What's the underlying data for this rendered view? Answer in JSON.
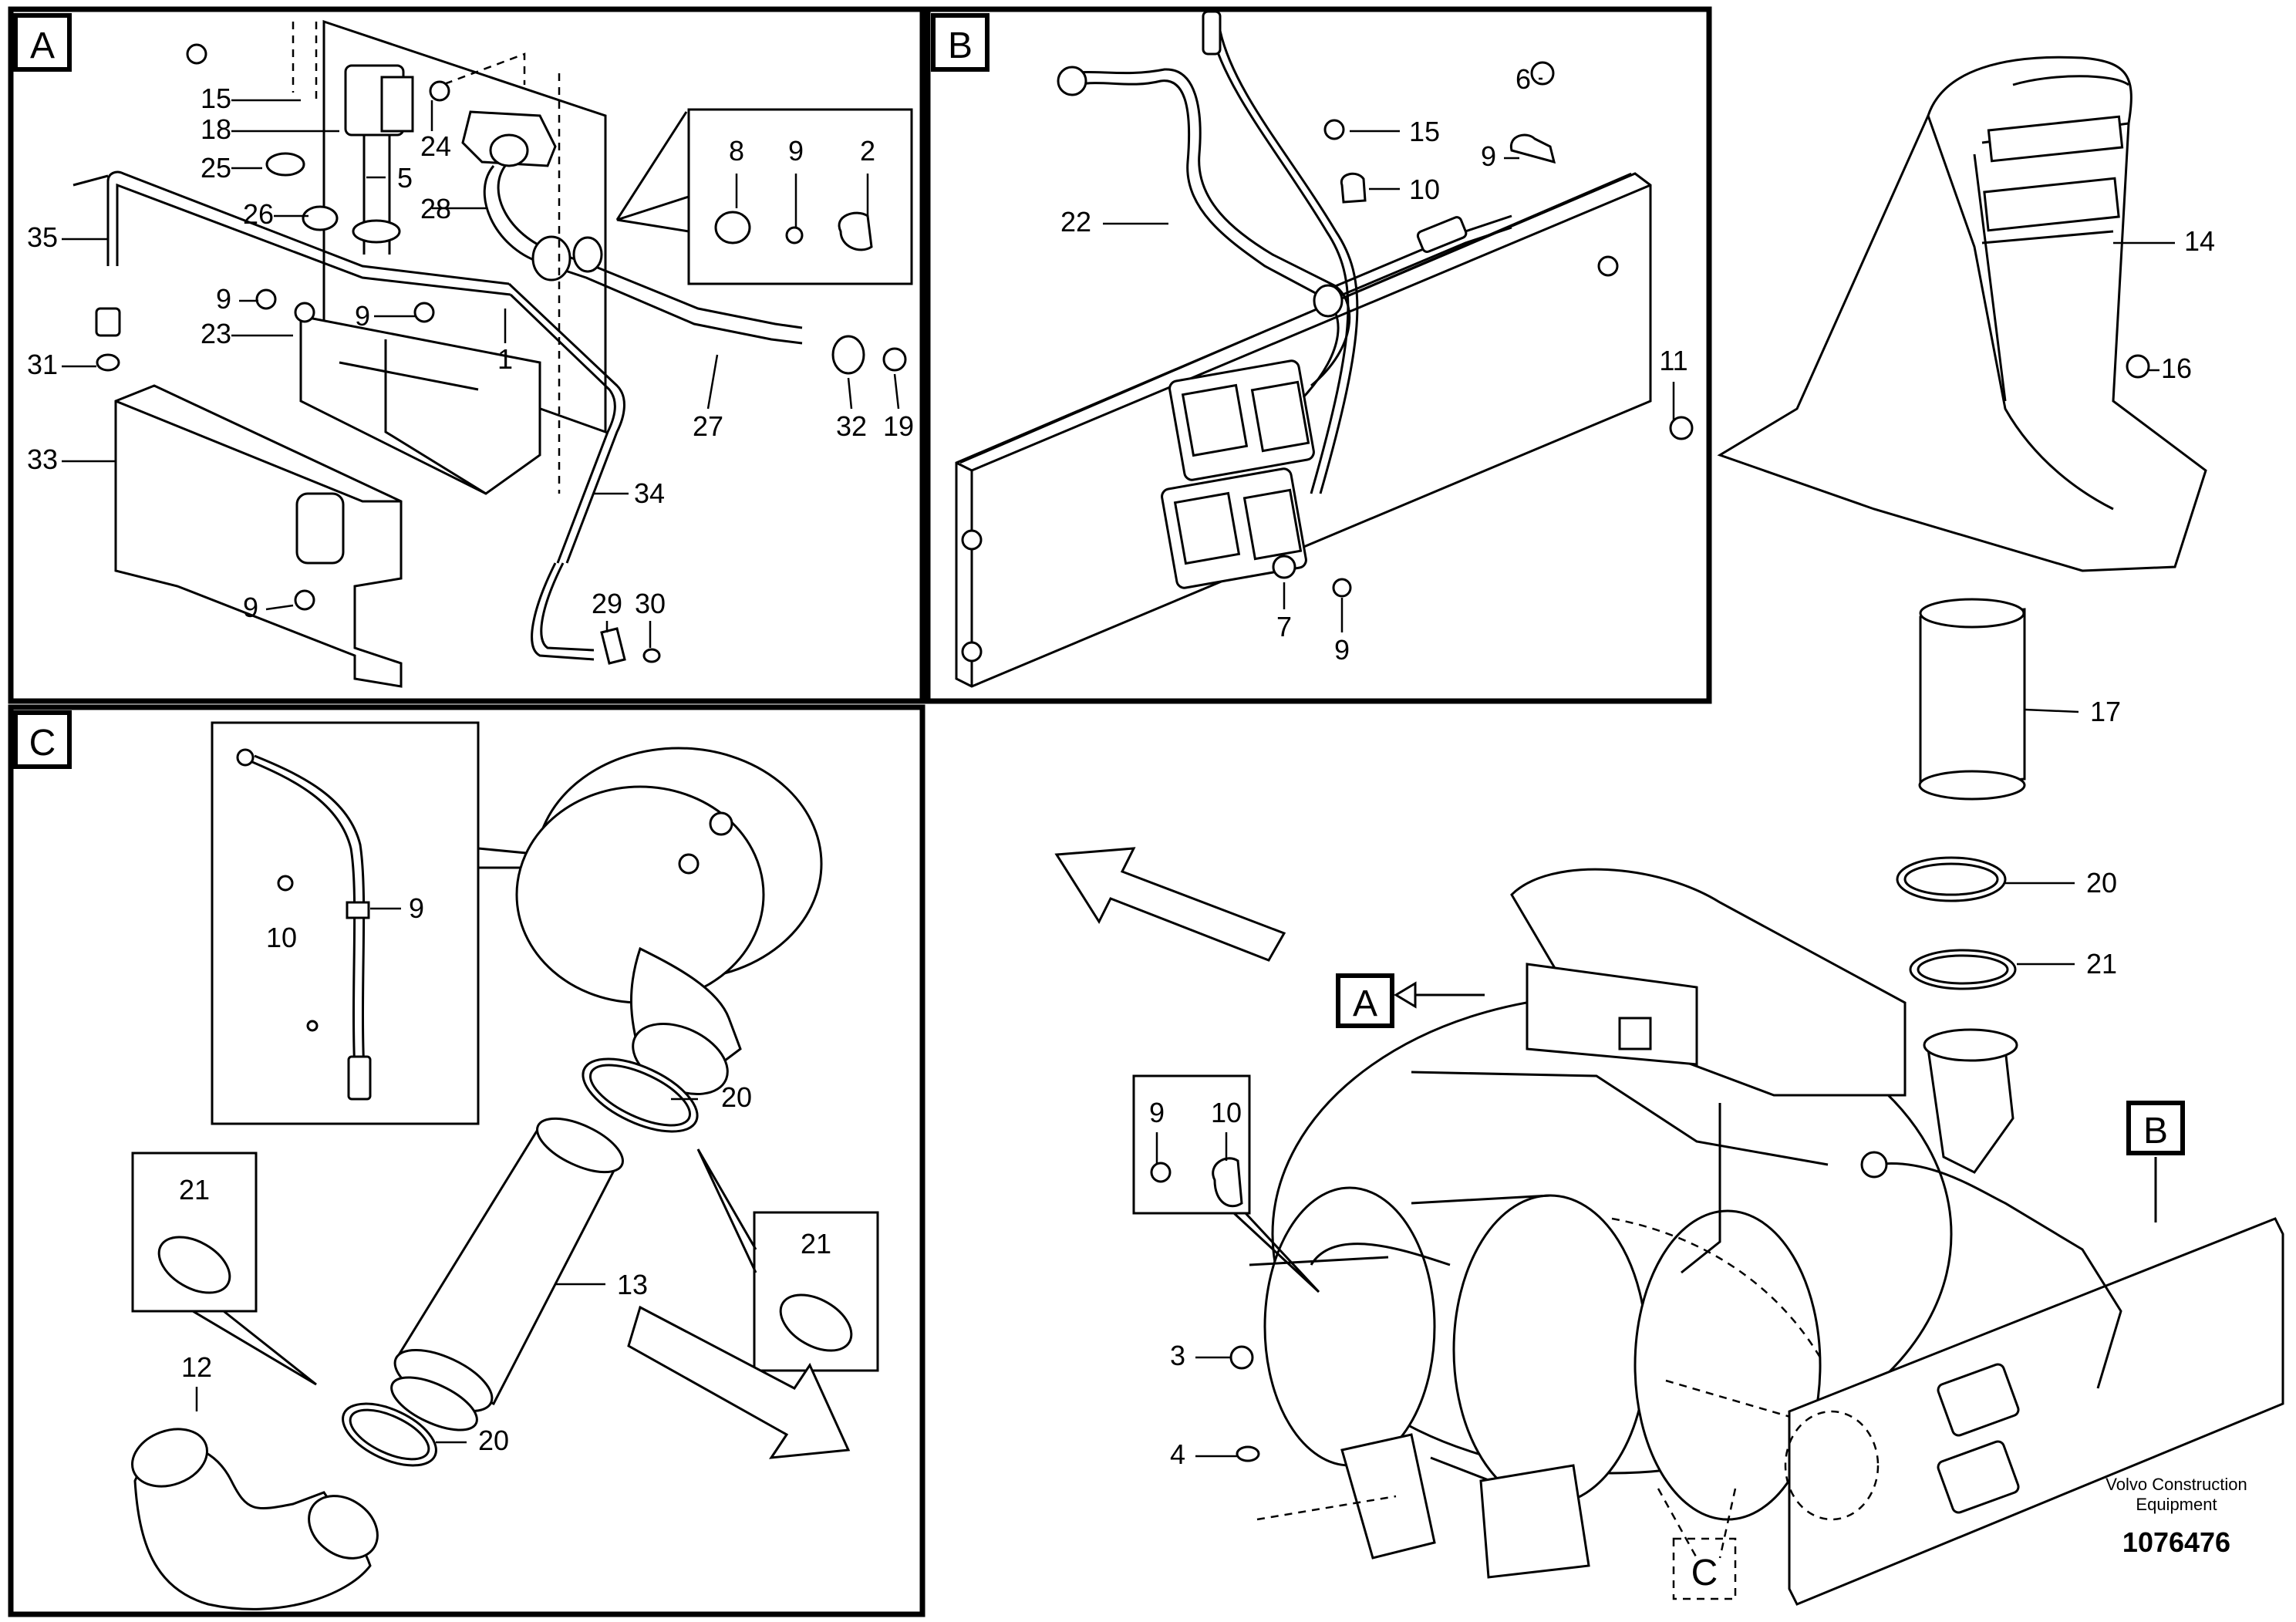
{
  "panels": [
    {
      "id": "A",
      "label": "A"
    },
    {
      "id": "B",
      "label": "B"
    },
    {
      "id": "C",
      "label": "C"
    }
  ],
  "callouts": {
    "A": [
      "15",
      "18",
      "25",
      "5",
      "24",
      "28",
      "26",
      "35",
      "9",
      "23",
      "9",
      "1",
      "31",
      "33",
      "27",
      "32",
      "19",
      "34",
      "9",
      "29",
      "30",
      "8",
      "9",
      "2"
    ],
    "B": [
      "6",
      "15",
      "9",
      "10",
      "22",
      "11",
      "7",
      "9"
    ],
    "C": [
      "9",
      "10",
      "20",
      "21",
      "13",
      "21",
      "12",
      "20"
    ],
    "main": [
      "14",
      "16",
      "17",
      "20",
      "21",
      "9",
      "10",
      "3",
      "4"
    ]
  },
  "main_refs": {
    "A": "A",
    "B": "B",
    "C": "C"
  },
  "footer": {
    "brand_line1": "Volvo Construction",
    "brand_line2": "Equipment",
    "drawing_number": "1076476"
  }
}
